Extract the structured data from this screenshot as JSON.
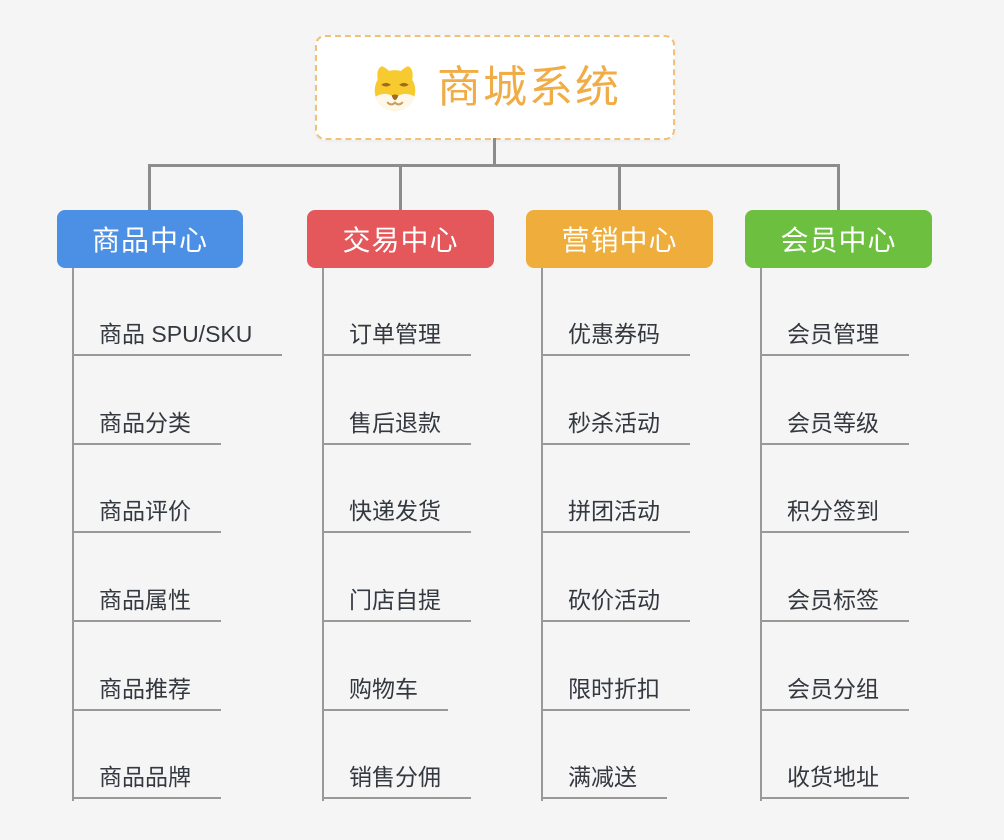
{
  "root": {
    "title": "商城系统",
    "icon": "dog-face-icon"
  },
  "branches": [
    {
      "label": "商品中心",
      "color": "#4b90e5",
      "children": [
        "商品 SPU/SKU",
        "商品分类",
        "商品评价",
        "商品属性",
        "商品推荐",
        "商品品牌"
      ]
    },
    {
      "label": "交易中心",
      "color": "#e4575a",
      "children": [
        "订单管理",
        "售后退款",
        "快递发货",
        "门店自提",
        "购物车",
        "销售分佣"
      ]
    },
    {
      "label": "营销中心",
      "color": "#efad3b",
      "children": [
        "优惠券码",
        "秒杀活动",
        "拼团活动",
        "砍价活动",
        "限时折扣",
        "满减送"
      ]
    },
    {
      "label": "会员中心",
      "color": "#6cbf3f",
      "children": [
        "会员管理",
        "会员等级",
        "积分签到",
        "会员标签",
        "会员分组",
        "收货地址"
      ]
    }
  ],
  "colors": {
    "background": "#f5f5f5",
    "connector": "#8c8c8c",
    "underline": "#999999",
    "child_text": "#34383f",
    "root_text": "#f0ac47",
    "root_border": "#f2c077",
    "icon_yellow": "#f7cb2f",
    "icon_cream": "#fdf8ea",
    "icon_brown": "#a06a1c"
  }
}
